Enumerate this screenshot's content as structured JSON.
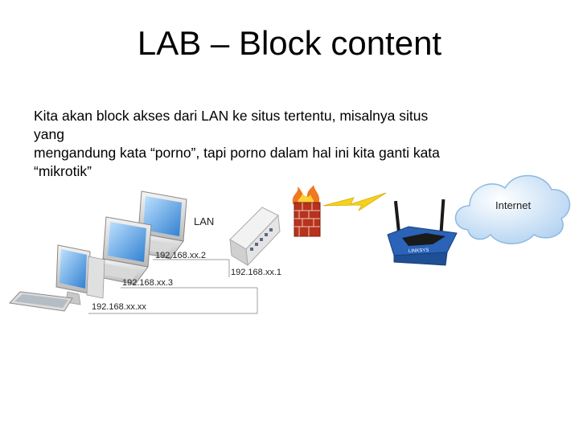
{
  "slide": {
    "title": "LAB – Block content",
    "paragraph_lines": [
      "Kita akan block akses dari LAN ke situs tertentu, misalnya situs",
      "yang",
      "mengandung kata “porno”, tapi porno dalam hal ini kita ganti kata",
      "“mikrotik”"
    ]
  },
  "diagram": {
    "lan_label": "LAN",
    "internet_label": "Internet",
    "router_brand": "LINKSYS",
    "ip_labels": {
      "laptop_top": "192.168.xx.2",
      "laptop_mid": "192.168.xx.3",
      "desktop": "192.168.xx.xx",
      "router": "192.168.xx.1"
    },
    "icons": [
      "laptop-icon",
      "laptop-icon",
      "desktop-computer-icon",
      "mikrotik-router-icon",
      "firewall-icon",
      "lightning-link-icon",
      "wireless-router-icon",
      "internet-cloud-icon"
    ],
    "colors": {
      "screen_blue": "#3a8fd6",
      "fire_orange": "#f0781e",
      "brick_red": "#b8321e",
      "bolt_yellow": "#f4d21a",
      "linksys_blue": "#2a63b8",
      "cloud_blue": "#cfe3f7"
    }
  }
}
